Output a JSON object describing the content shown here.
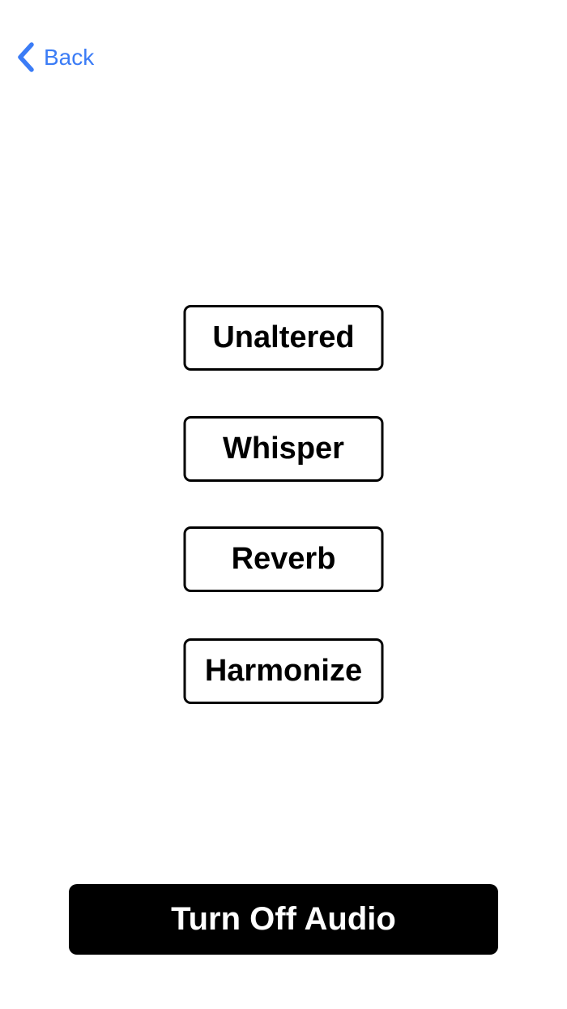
{
  "colors": {
    "accent_blue": "#3b7cf6",
    "button_border": "#000000",
    "turn_off_bg": "#000000",
    "turn_off_fg": "#ffffff",
    "background": "#ffffff"
  },
  "nav": {
    "back_label": "Back",
    "back_icon": "chevron-left-icon"
  },
  "effects": {
    "buttons": [
      {
        "label": "Unaltered"
      },
      {
        "label": "Whisper"
      },
      {
        "label": "Reverb"
      },
      {
        "label": "Harmonize"
      }
    ]
  },
  "footer": {
    "turn_off_label": "Turn Off Audio"
  }
}
